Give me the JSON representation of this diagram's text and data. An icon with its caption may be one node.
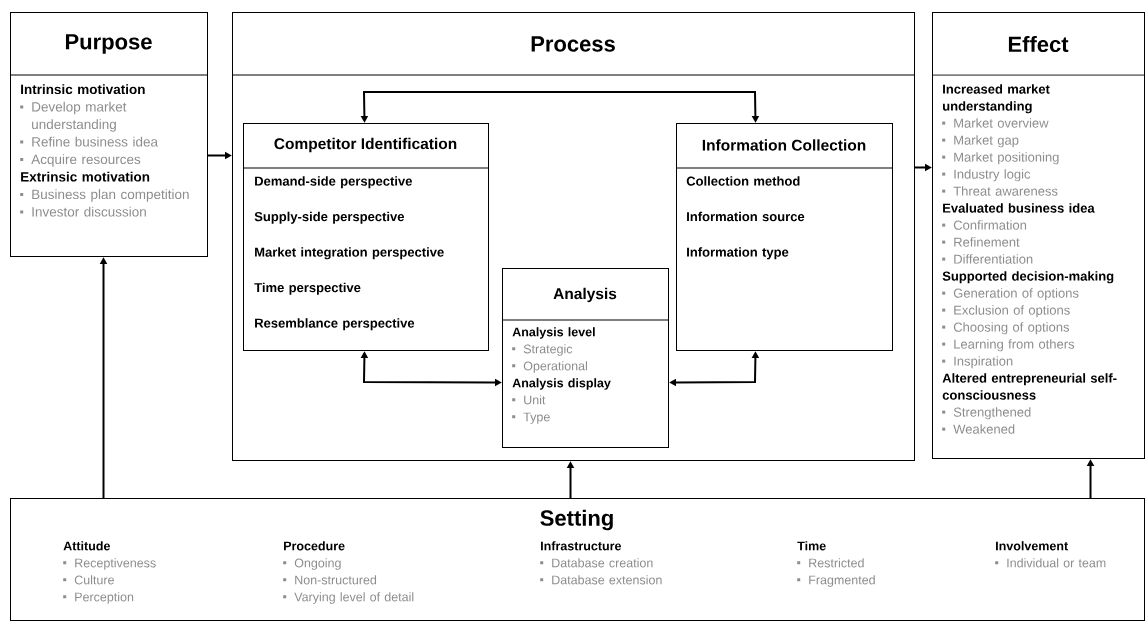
{
  "diagram": {
    "nodes": [
      {
        "text": [
          "Purpose",
          "Intrinsic motivation",
          "Develop market understanding",
          "Refine business idea",
          "Acquire resources",
          "Extrinsic motivation",
          "Business plan competition",
          "Investor discussion"
        ]
      },
      {
        "text": [
          "Process"
        ]
      },
      {
        "text": [
          "Competitor Identification",
          "Demand-side perspective",
          "Supply-side perspective",
          "Market integration perspective",
          "Time perspective",
          "Resemblance perspective"
        ],
        "in": 1
      },
      {
        "text": [
          "Information Collection",
          "Collection method",
          "Information source",
          "Information type"
        ],
        "in": 1
      },
      {
        "text": [
          "Analysis",
          "Analysis level",
          "Strategic",
          "Operational",
          "Analysis display",
          "Unit",
          "Type"
        ],
        "in": 1
      },
      {
        "text": [
          "Effect",
          "Increased market understanding",
          "Market overview",
          "Market gap",
          "Market positioning",
          "Industry logic",
          "Threat awareness",
          "Evaluated business idea",
          "Confirmation",
          "Refinement",
          "Differentiation",
          "Supported decision-making",
          "Generation of options",
          "Exclusion of options",
          "Choosing of options",
          "Learning from others",
          "Inspiration",
          "Altered entrepreneurial self-consciousness",
          "Strengthened",
          "Weakened"
        ]
      },
      {
        "text": [
          "Setting",
          "Attitude",
          "Receptiveness",
          "Culture",
          "Perception",
          "Procedure",
          "Ongoing",
          "Non-structured",
          "Varying level of detail",
          "Infrastructure",
          "Database creation",
          "Database extension",
          "Time",
          "Restricted",
          "Fragmented",
          "Involvement",
          "Individual or team"
        ]
      }
    ],
    "edges": [
      {
        "from": 0,
        "to": 1,
        "arrow": "to"
      },
      {
        "from": 1,
        "to": 5,
        "arrow": "to"
      },
      {
        "from": 6,
        "to": 0,
        "arrow": "to"
      },
      {
        "from": 6,
        "to": 1,
        "arrow": "to"
      },
      {
        "from": 6,
        "to": 5,
        "arrow": "to"
      },
      {
        "from": 2,
        "to": 3,
        "arrow": "both"
      },
      {
        "from": 2,
        "to": 4,
        "arrow": "both"
      },
      {
        "from": 3,
        "to": 4,
        "arrow": "both"
      }
    ]
  }
}
